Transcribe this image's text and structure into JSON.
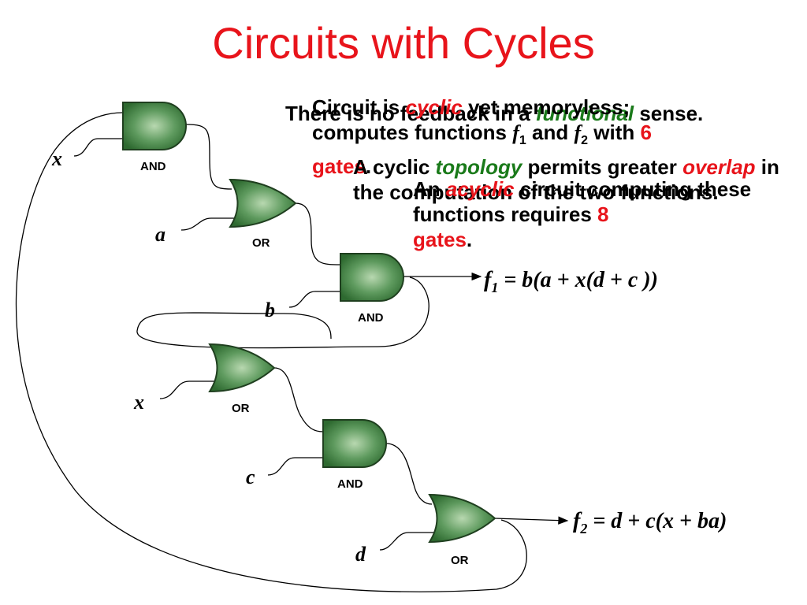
{
  "slide": {
    "title": "Circuits with Cycles"
  },
  "gates": [
    {
      "label": "AND"
    },
    {
      "label": "OR"
    },
    {
      "label": "AND"
    },
    {
      "label": "OR"
    },
    {
      "label": "AND"
    },
    {
      "label": "OR"
    }
  ],
  "inputs": [
    "x",
    "a",
    "b",
    "x",
    "c",
    "d"
  ],
  "outputs": {
    "f1": {
      "name": "f",
      "sub": "1",
      "expr": " = b(a + x(d + c ))"
    },
    "f2": {
      "name": "f",
      "sub": "2",
      "expr": " = d + c(x + ba)"
    }
  },
  "text_blocks": {
    "b1": {
      "p1": "There is no feedback in a ",
      "p2": "functional",
      "p3": " sense."
    },
    "b2": {
      "p1": "Circuit is ",
      "p2": "cyclic",
      "p3": " yet memoryless;",
      "p4": "computes functions ",
      "p5": "f",
      "p6": "1",
      "p7": " and ",
      "p8": "f",
      "p9": "2",
      "p10": " with ",
      "p11": "6",
      "p12": "gates",
      "p13": "."
    },
    "b3": {
      "p1": "A cyclic ",
      "p2": "topology",
      "p3": " permits greater ",
      "p4": "overlap",
      "p5": " in the computation of the two functions."
    },
    "b4": {
      "p1": "An ",
      "p2": "acyclic",
      "p3": " circuit computing these functions requires ",
      "p4": "8",
      "p5": "gates",
      "p6": "."
    }
  }
}
